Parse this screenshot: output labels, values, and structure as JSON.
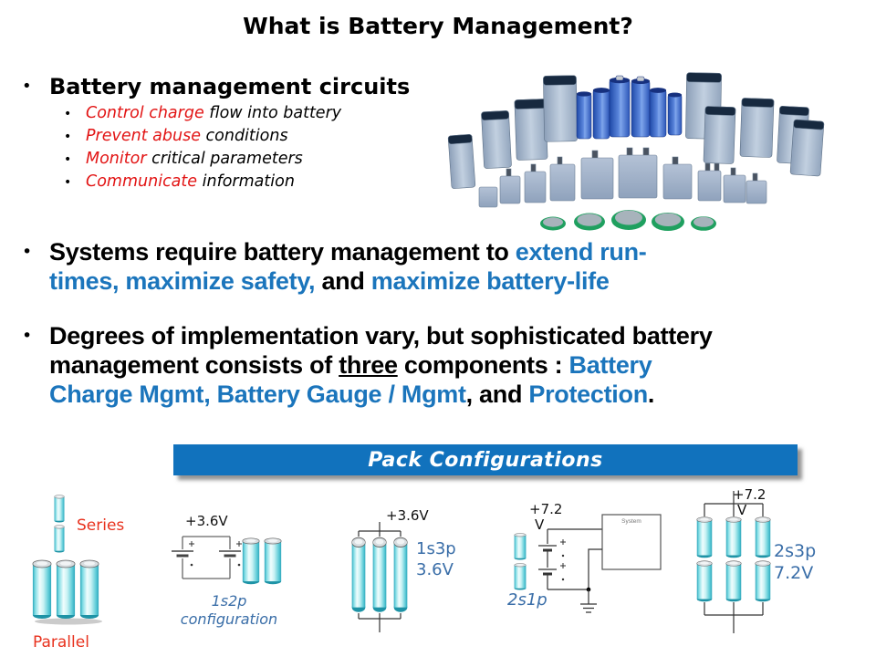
{
  "title": "What is Battery Management?",
  "colors": {
    "accent_blue": "#1B75BC",
    "banner_blue": "#1172BD",
    "emphasis_red": "#E21414",
    "pack_label_red": "#E8321E",
    "config_label_blue": "#3A6EA8",
    "battery_cyan": "#7FDCE4"
  },
  "bullet1": {
    "heading": "Battery management circuits",
    "items": [
      {
        "em": "Control charge",
        "rest": " flow into battery"
      },
      {
        "em": "Prevent abuse",
        "rest": " conditions"
      },
      {
        "em": "Monitor",
        "rest": " critical parameters"
      },
      {
        "em": "Communicate",
        "rest": " information"
      }
    ]
  },
  "bullet2": {
    "seg0": "Systems require battery management to ",
    "seg1": "extend run-",
    "seg2": "times, maximize safety,",
    "seg3": " and ",
    "seg4": "maximize battery-life"
  },
  "bullet3": {
    "seg0": "Degrees of implementation vary, but sophisticated battery",
    "seg1": "management consists of ",
    "seg2": "three",
    "seg3": " components : ",
    "seg4": "Battery",
    "seg5": "Charge Mgmt, Battery Gauge / Mgmt",
    "seg6": ", and ",
    "seg7": "Protection",
    "seg8": "."
  },
  "banner": {
    "label": "Pack Configurations"
  },
  "pack": {
    "series_label": "Series",
    "parallel_label": "Parallel",
    "config_1s2p": {
      "voltage": "+3.6V",
      "caption_line1": "1s2p",
      "caption_line2": "configuration"
    },
    "config_1s3p": {
      "voltage": "+3.6V",
      "caption_line1": "1s3p",
      "caption_line2": "3.6V"
    },
    "config_2s1p": {
      "voltage_line1": "+7.2",
      "voltage_line2": "V",
      "system_box": "System",
      "caption": "2s1p"
    },
    "config_2s3p": {
      "voltage_line1": "+7.2",
      "voltage_line2": "V",
      "caption_line1": "2s3p",
      "caption_line2": "7.2V"
    }
  }
}
